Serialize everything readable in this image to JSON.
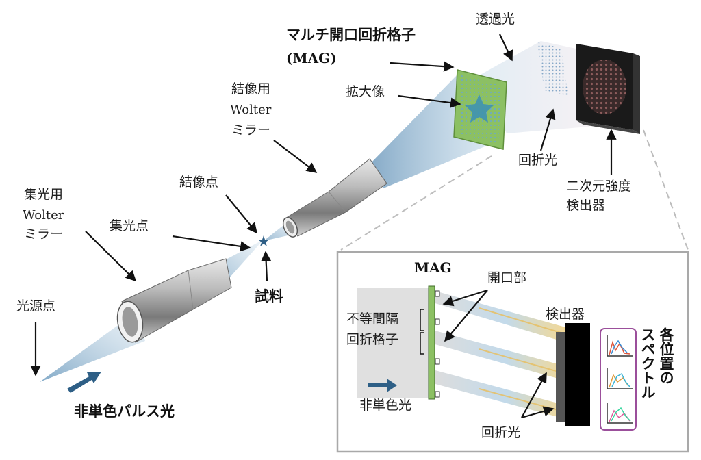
{
  "labels": {
    "mag_title": "マルチ開口回折格子",
    "mag_abbr": "(MAG)",
    "transmitted_light": "透過光",
    "magnified_image": "拡大像",
    "imaging_mirror_1": "結像用",
    "imaging_mirror_2": "Wolter",
    "imaging_mirror_3": "ミラー",
    "diffracted_light": "回折光",
    "detector_2d_1": "二次元強度",
    "detector_2d_2": "検出器",
    "imaging_point": "結像点",
    "focusing_mirror_1": "集光用",
    "focusing_mirror_2": "Wolter",
    "focusing_mirror_3": "ミラー",
    "focal_point": "集光点",
    "sample": "試料",
    "source_point": "光源点",
    "pulse_light": "非単色パルス光"
  },
  "inset": {
    "mag": "MAG",
    "aperture": "開口部",
    "unequal_1": "不等間隔",
    "unequal_2": "回折格子",
    "detector": "検出器",
    "non_mono_light": "非単色光",
    "diffracted_light": "回折光",
    "spectra_1": "各位置の",
    "spectra_2": "スペクトル"
  },
  "colors": {
    "beam": "#7fa9c8",
    "grating": "#8cc063",
    "spectrum_box": "#9b4f9b",
    "arrow_fill": "#2e5f86"
  }
}
